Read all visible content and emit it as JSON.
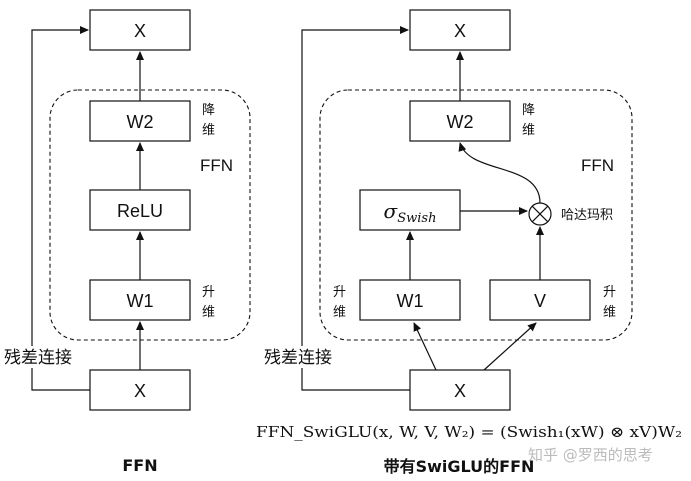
{
  "left": {
    "boxes": {
      "x_top": "X",
      "w2": "W2",
      "relu": "ReLU",
      "w1": "W1",
      "x_bottom": "X"
    },
    "labels": {
      "down_proj": "降\n维",
      "up_proj": "升\n维",
      "ffn": "FFN",
      "residual": "残差连接"
    },
    "caption": "FFN"
  },
  "right": {
    "boxes": {
      "x_top": "X",
      "w2": "W2",
      "sigma": "σ",
      "sigma_sub": "Swish",
      "w1": "W1",
      "v": "V",
      "x_bottom": "X"
    },
    "labels": {
      "down_proj": "降\n维",
      "up_proj_left": "升\n维",
      "up_proj_right": "升\n维",
      "ffn": "FFN",
      "hadamard": "哈达玛积",
      "residual": "残差连接"
    },
    "caption": "带有SwiGLU的FFN"
  },
  "formula": "FFN_SwiGLU(x, W, V, W₂) = (Swish₁(xW) ⊗ xV)W₂",
  "watermark": "知乎 @罗西的思考"
}
